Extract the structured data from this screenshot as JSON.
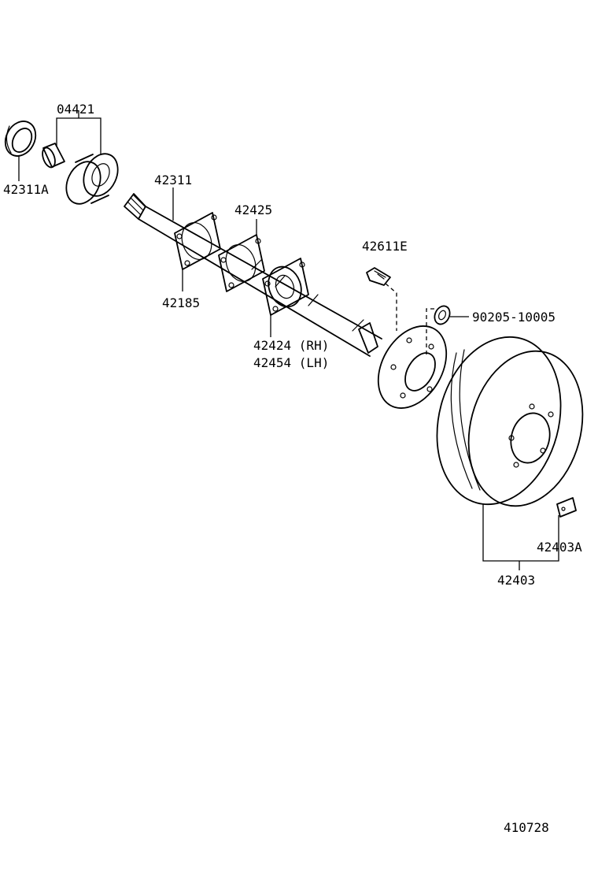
{
  "labels": {
    "p04421": "04421",
    "p42311A": "42311A",
    "p42311": "42311",
    "p42425": "42425",
    "p42185": "42185",
    "p42611E": "42611E",
    "p90205": "90205-10005",
    "p42424": "42424 (RH)",
    "p42454": "42454 (LH)",
    "p42403A": "42403A",
    "p42403": "42403"
  },
  "figure_number": "410728"
}
